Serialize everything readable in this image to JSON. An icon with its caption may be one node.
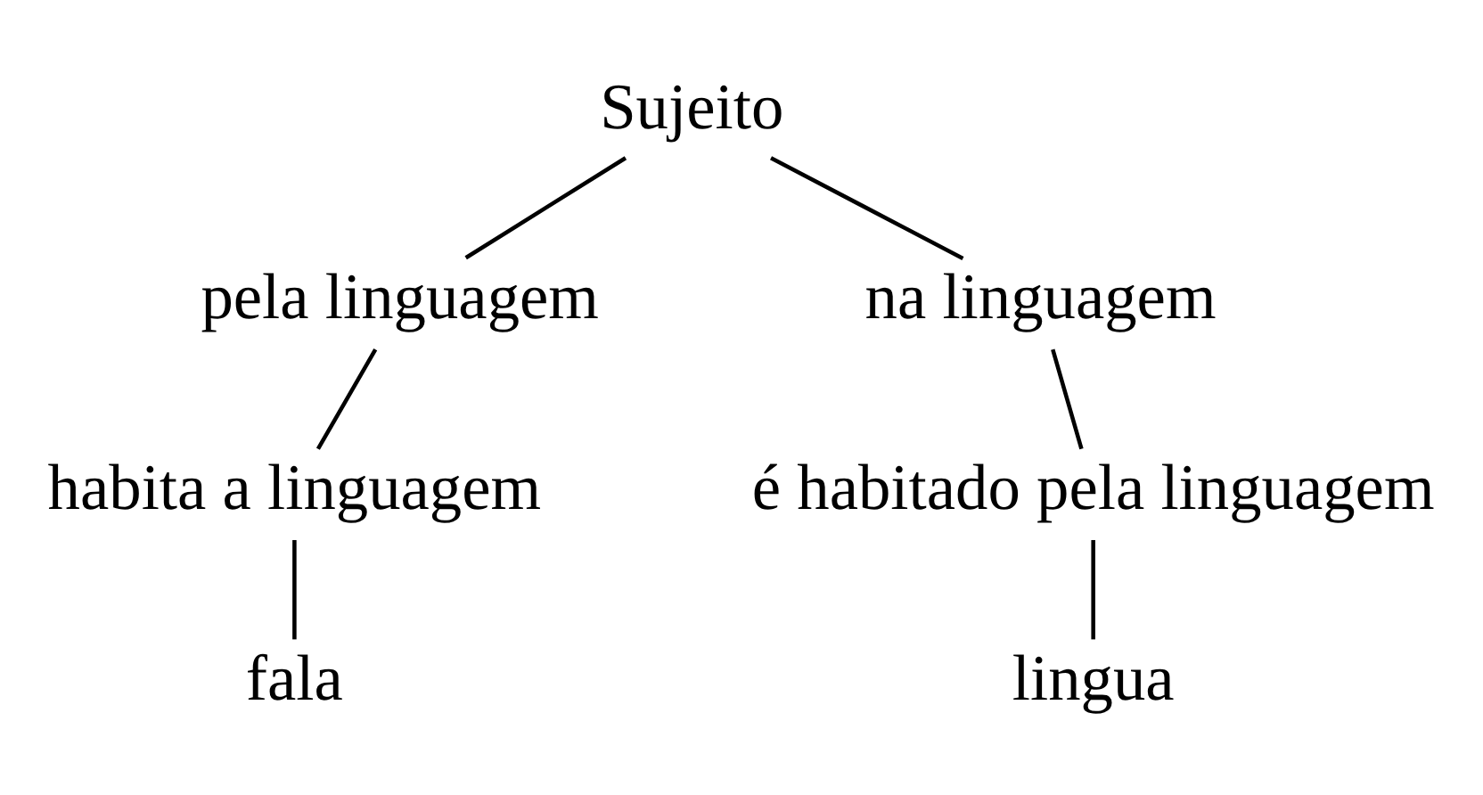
{
  "diagram": {
    "nodes": [
      {
        "text": [
          "Sujeito"
        ]
      },
      {
        "text": [
          "pela linguagem"
        ]
      },
      {
        "text": [
          "na linguagem"
        ]
      },
      {
        "text": [
          "habita a linguagem"
        ]
      },
      {
        "text": [
          "é habitado pela linguagem"
        ]
      },
      {
        "text": [
          "fala"
        ]
      },
      {
        "text": [
          "lingua"
        ]
      }
    ],
    "edges": [
      {
        "from": 0,
        "to": 1,
        "arrow": "none"
      },
      {
        "from": 0,
        "to": 2,
        "arrow": "none"
      },
      {
        "from": 1,
        "to": 3,
        "arrow": "none"
      },
      {
        "from": 2,
        "to": 4,
        "arrow": "none"
      },
      {
        "from": 3,
        "to": 5,
        "arrow": "none"
      },
      {
        "from": 4,
        "to": 6,
        "arrow": "none"
      }
    ]
  }
}
